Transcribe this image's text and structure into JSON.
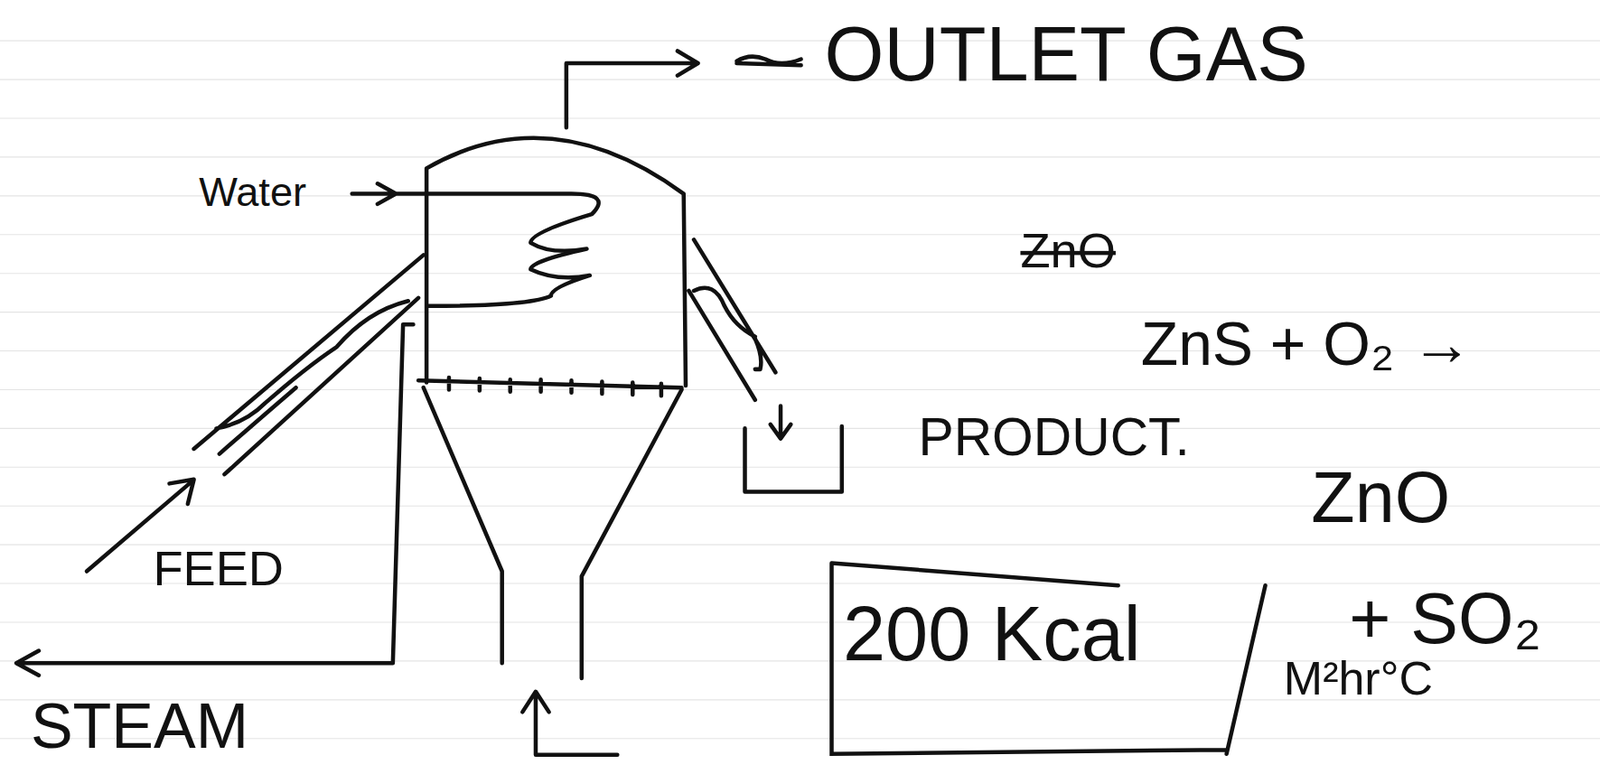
{
  "diagram": {
    "nodes": [
      {
        "text": [
          "200 Kcal"
        ]
      }
    ],
    "labels": [
      "OUTLET GAS",
      "Water",
      "ZnO",
      "ZnS + O₂ →",
      "PRODUCT.",
      "ZnO",
      "FEED",
      "+ SO₂",
      "M²hr°C",
      "STEAM"
    ]
  }
}
